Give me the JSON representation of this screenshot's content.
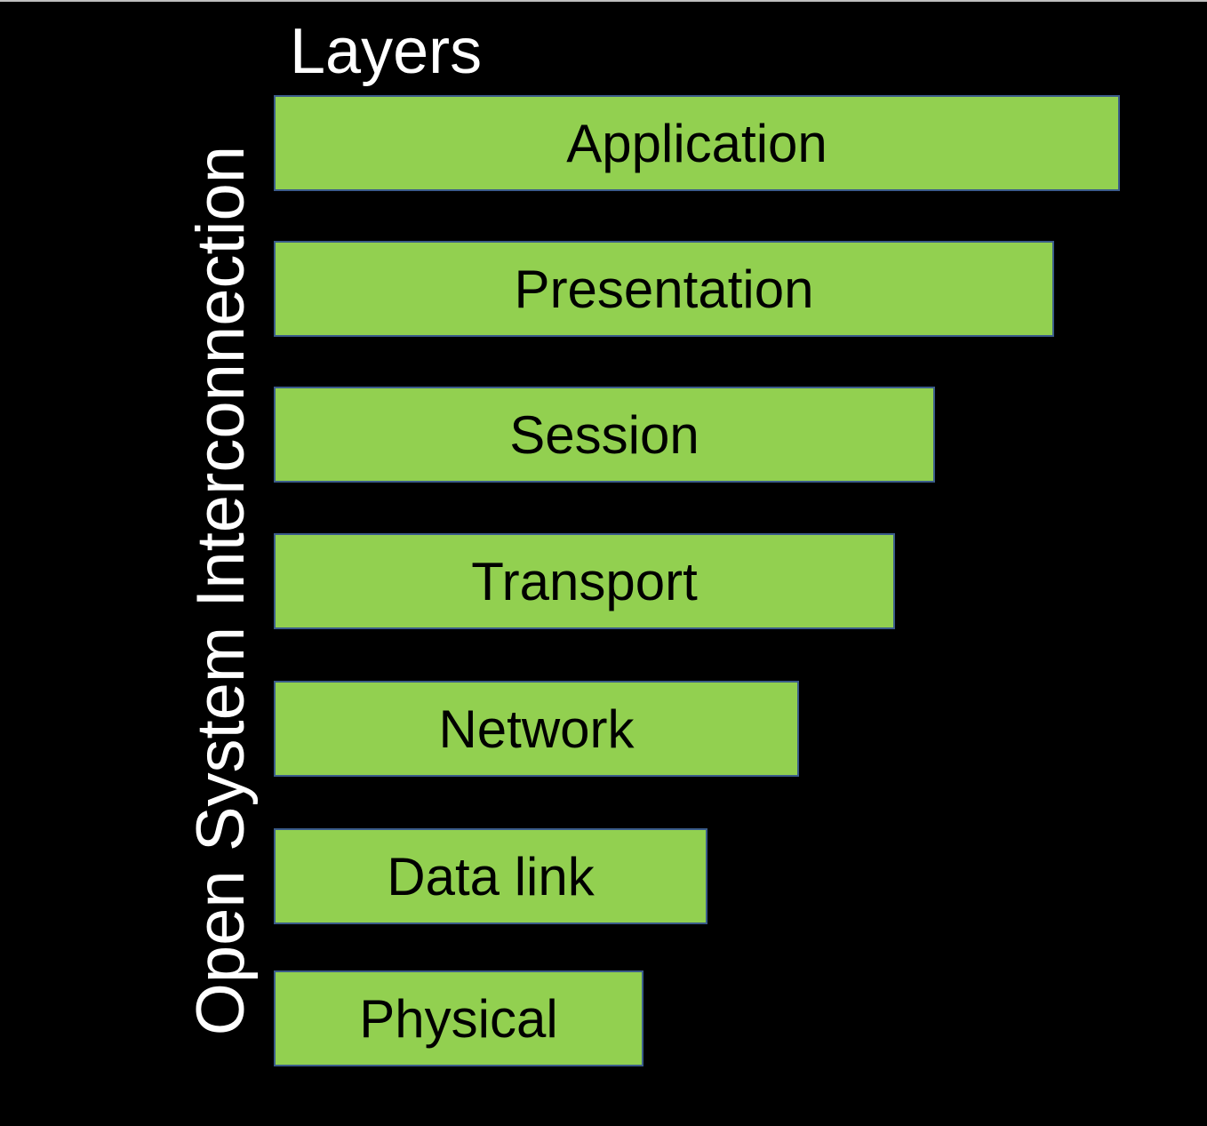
{
  "heading": "Layers",
  "side_label": "Open System Interconnection",
  "colors": {
    "background": "#000000",
    "bar_fill": "#92d050",
    "bar_border": "#3b5c8a",
    "text_light": "#ffffff",
    "text_dark": "#000000"
  },
  "layers": [
    {
      "label": "Application"
    },
    {
      "label": "Presentation"
    },
    {
      "label": "Session"
    },
    {
      "label": "Transport"
    },
    {
      "label": "Network"
    },
    {
      "label": "Data link"
    },
    {
      "label": "Physical"
    }
  ]
}
